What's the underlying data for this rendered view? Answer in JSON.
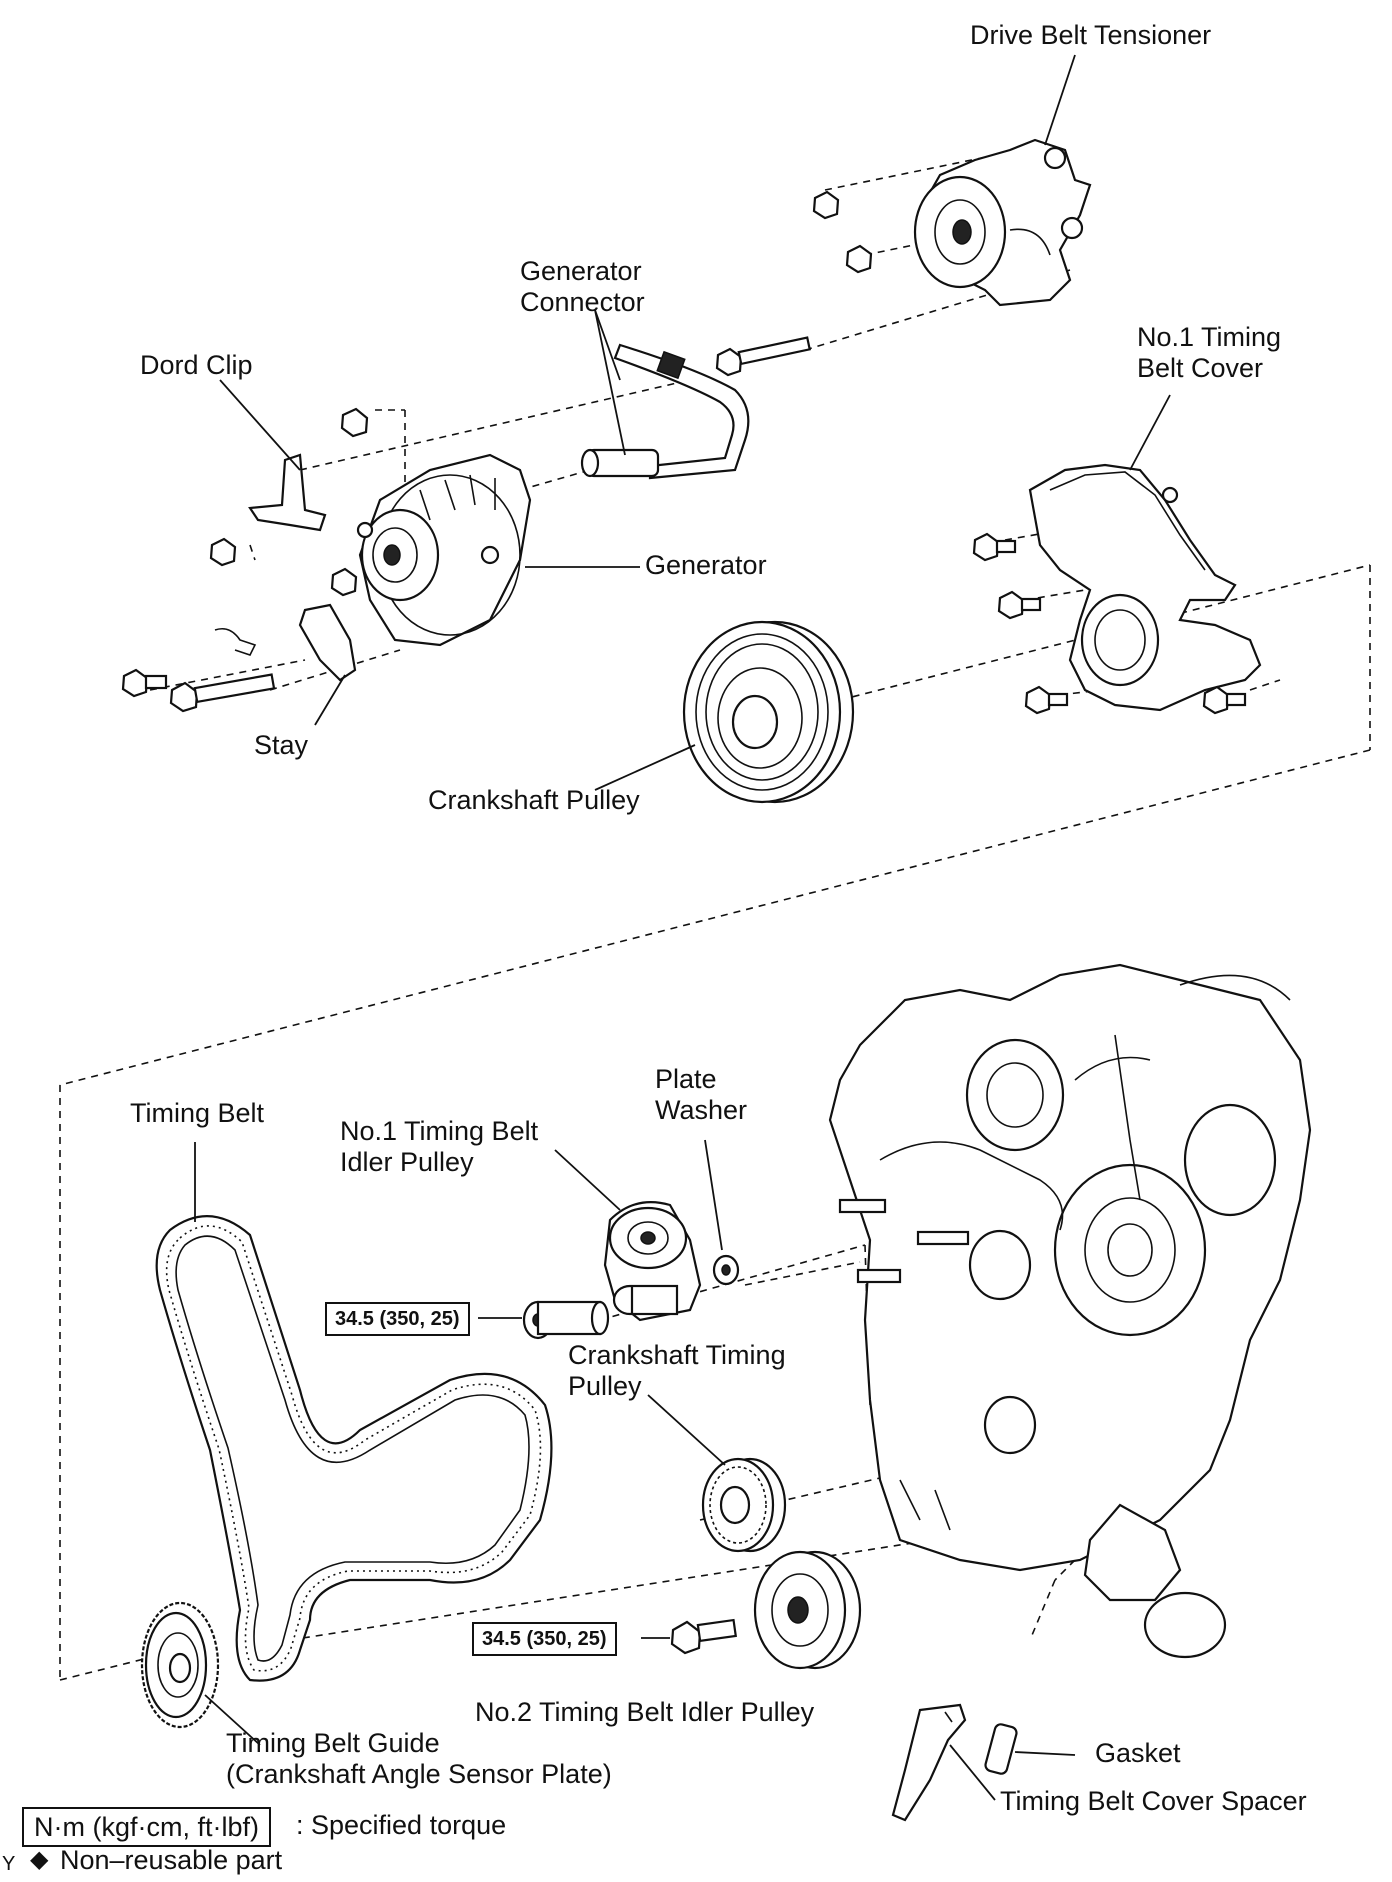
{
  "labels": {
    "drive_belt_tensioner": "Drive Belt Tensioner",
    "generator_connector_1": "Generator",
    "generator_connector_2": "Connector",
    "dord_clip": "Dord Clip",
    "no1_timing_belt_cover_1": "No.1 Timing",
    "no1_timing_belt_cover_2": "Belt Cover",
    "generator": "Generator",
    "stay": "Stay",
    "crankshaft_pulley": "Crankshaft Pulley",
    "timing_belt": "Timing Belt",
    "no1_idler_pulley_1": "No.1 Timing Belt",
    "no1_idler_pulley_2": "Idler Pulley",
    "plate_washer_1": "Plate",
    "plate_washer_2": "Washer",
    "crankshaft_timing_pulley_1": "Crankshaft Timing",
    "crankshaft_timing_pulley_2": "Pulley",
    "no2_idler_pulley": "No.2 Timing Belt Idler Pulley",
    "timing_belt_guide_1": "Timing Belt Guide",
    "timing_belt_guide_2": "(Crankshaft Angle Sensor Plate)",
    "gasket": "Gasket",
    "timing_belt_cover_spacer": "Timing Belt Cover Spacer"
  },
  "torque_specs": {
    "no1_idler_bolt": "34.5 (350, 25)",
    "no2_idler_bolt": "34.5 (350, 25)"
  },
  "legend": {
    "torque_units": "N·m (kgf·cm, ft·lbf)",
    "torque_desc": ": Specified torque",
    "nonreusable_marker": "◆",
    "nonreusable_desc": "Non–reusable part",
    "corner_mark": "Y"
  }
}
